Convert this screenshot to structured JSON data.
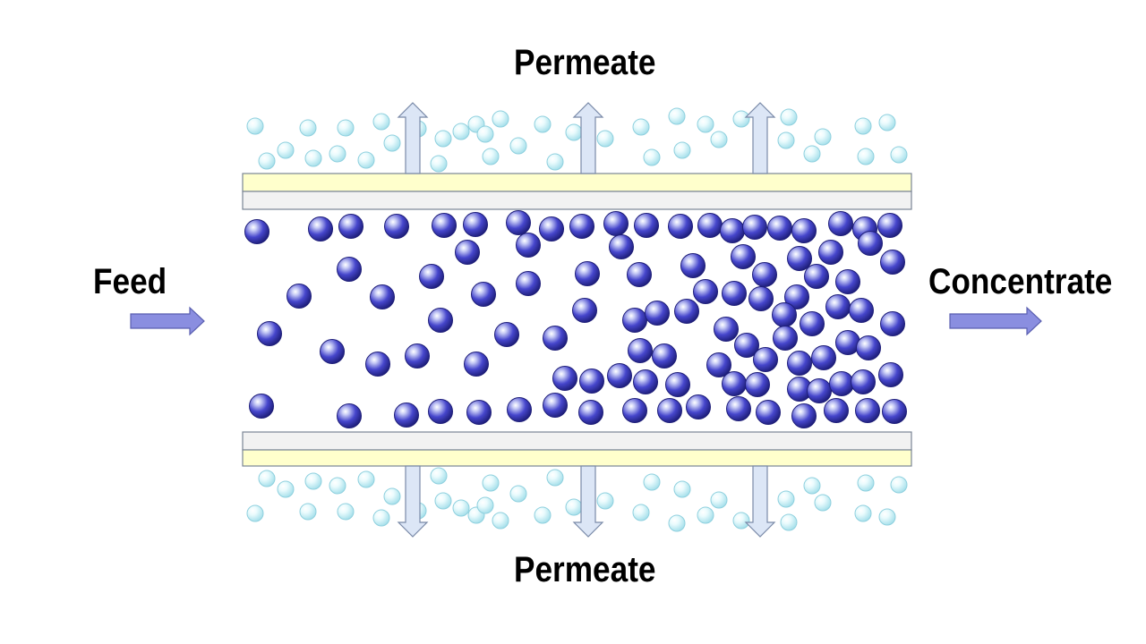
{
  "labels": {
    "permeate_top": "Permeate",
    "permeate_bottom": "Permeate",
    "feed": "Feed",
    "concentrate": "Concentrate"
  },
  "colors": {
    "membrane_active_layer": "#ffffcc",
    "membrane_support_layer": "#f2f2f2",
    "membrane_outline": "#7a8595",
    "retained_particle": "#3c3cc8",
    "permeate_particle": "#bfeef6",
    "flow_arrow": "#8a8ee0",
    "permeate_arrow": "#dce6f6"
  },
  "icons": {
    "feed_arrow": "arrow-right-icon",
    "concentrate_arrow": "arrow-right-icon",
    "permeate_arrows_up": "arrow-up-icon",
    "permeate_arrows_down": "arrow-down-icon",
    "retained_particle": "dark-blue-sphere",
    "permeate_particle": "light-blue-sphere"
  }
}
